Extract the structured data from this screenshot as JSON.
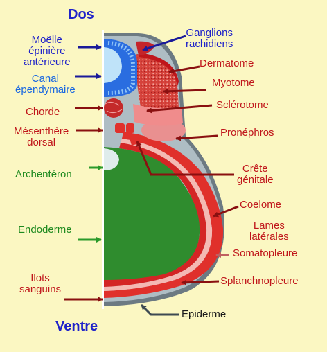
{
  "colors": {
    "background": "#fbf7c2",
    "title_blue": "#1f22c9",
    "neural_blue": "#1a68e0",
    "label_red": "#c0161b",
    "label_green": "#1e8a1f",
    "endoderm_green": "#2f8c2e",
    "mesoderm_red": "#e0302b",
    "somite_pink": "#e99090",
    "arrow_darkred": "#8a1010",
    "arrow_green": "#2a9a2a",
    "arrow_navy": "#1a1a9a"
  },
  "labels": {
    "dos": "Dos",
    "ventre": "Ventre",
    "moelle": [
      "Moëlle",
      "épinière",
      "antérieure"
    ],
    "canal": [
      "Canal",
      "épendymaire"
    ],
    "chorde": "Chorde",
    "mesenthere": [
      "Mésenthère",
      "dorsal"
    ],
    "archenteron": "Archentéron",
    "endoderme": "Endoderme",
    "ilots": [
      "Ilots",
      "sanguins"
    ],
    "ganglions": [
      "Ganglions",
      "rachidiens"
    ],
    "dermatome": "Dermatome",
    "myotome": "Myotome",
    "sclerotome": "Sclérotome",
    "pronephros": "Pronéphros",
    "crete": [
      "Crête",
      "génitale"
    ],
    "coelome": "Coelome",
    "lames": [
      "Lames",
      "latérales"
    ],
    "somatopleure": "Somatopleure",
    "splanchnopleure": "Splanchnopleure",
    "epiderme": "Epiderme"
  }
}
